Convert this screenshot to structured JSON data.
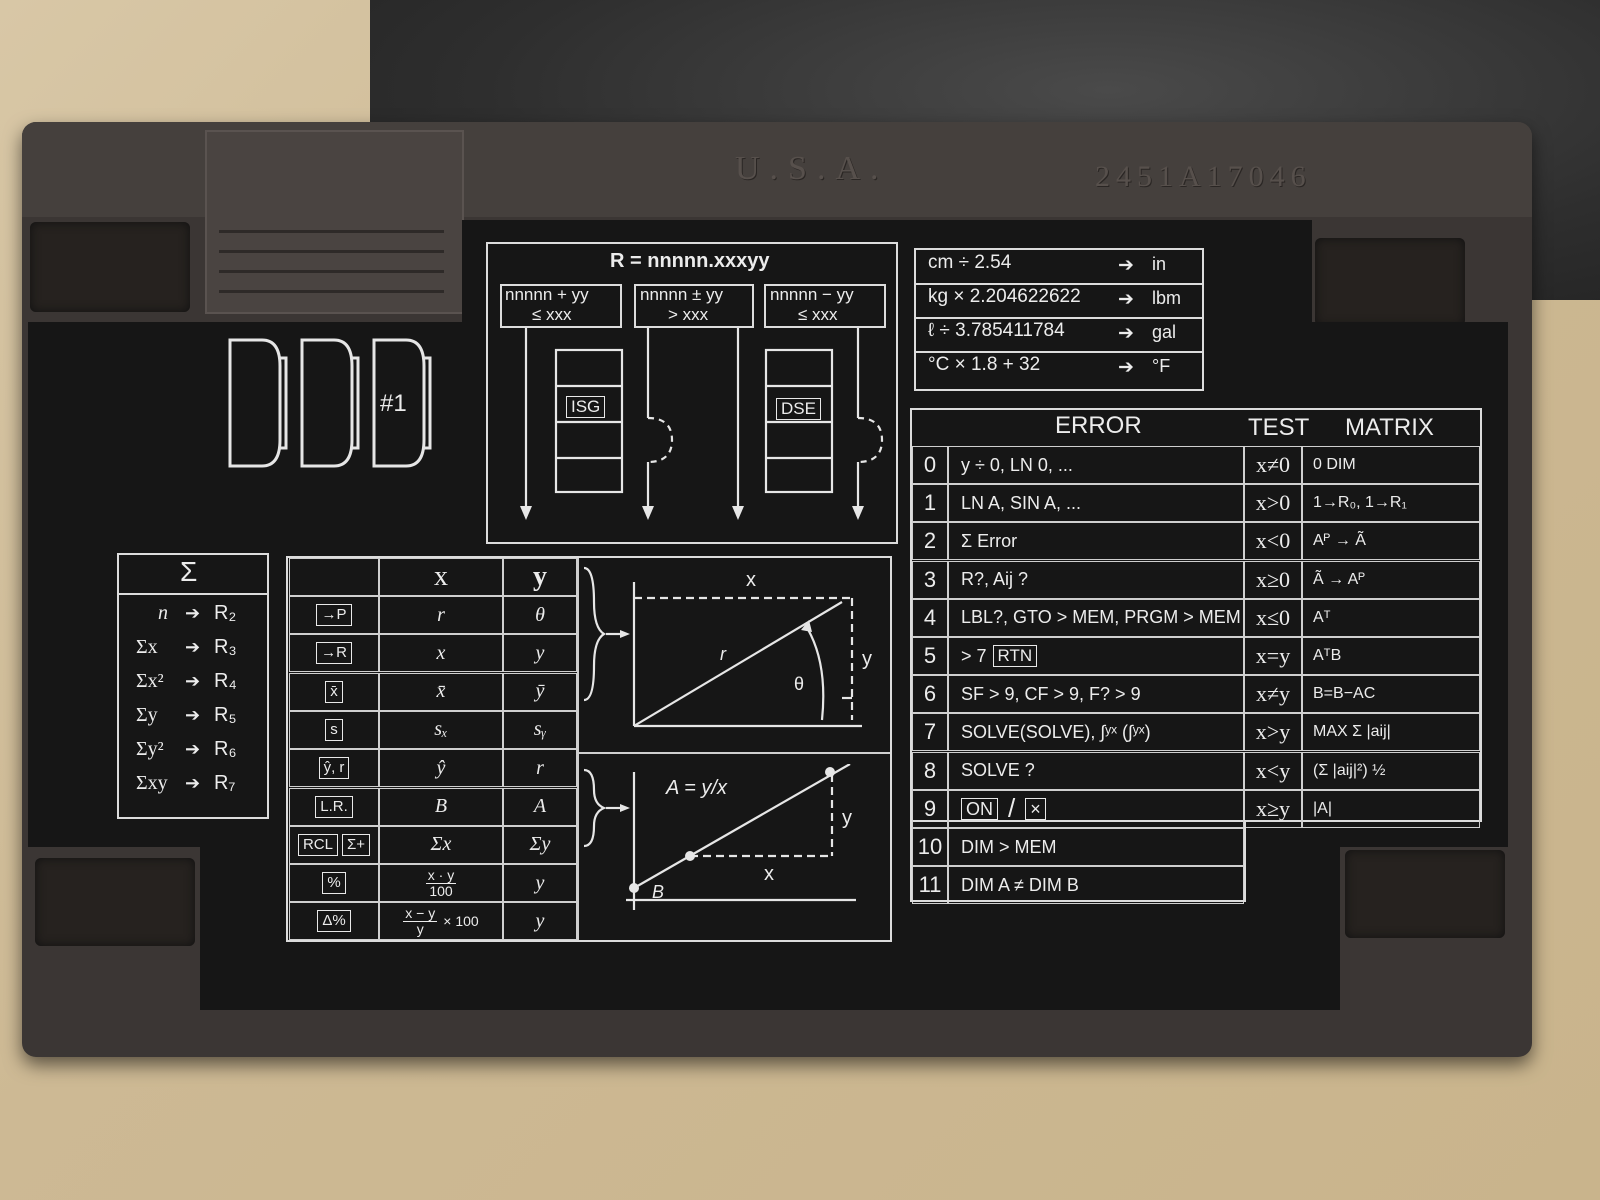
{
  "case": {
    "country": "U.S.A.",
    "serial": "2451A17046"
  },
  "badge": {
    "label": "#1"
  },
  "loop": {
    "formula": "R = nnnnn.xxxyy",
    "headers": [
      {
        "top": "nnnnn + yy",
        "bottom": "≤ xxx"
      },
      {
        "top": "nnnnn ± yy",
        "bottom": "> xxx"
      },
      {
        "top": "nnnnn − yy",
        "bottom": "≤ xxx"
      }
    ],
    "isg": "ISG",
    "dse": "DSE"
  },
  "conversions": [
    {
      "expr": "cm ÷ 2.54",
      "unit": "in"
    },
    {
      "expr": "kg × 2.204622622",
      "unit": "lbm"
    },
    {
      "expr": "ℓ ÷ 3.785411784",
      "unit": "gal"
    },
    {
      "expr": "°C × 1.8 + 32",
      "unit": "°F"
    }
  ],
  "error_table": {
    "headers": {
      "error": "ERROR",
      "test": "TEST",
      "matrix": "MATRIX"
    },
    "rows": [
      {
        "n": "0",
        "error": "y ÷ 0,  LN 0, ...",
        "test": "x≠0",
        "matrix": "0 DIM"
      },
      {
        "n": "1",
        "error": "LN A, SIN A, ...",
        "test": "x>0",
        "matrix": "1→R₀, 1→R₁"
      },
      {
        "n": "2",
        "error": "Σ Error",
        "test": "x<0",
        "matrix": "Aᴾ → Ã"
      },
      {
        "n": "3",
        "error": "R?, Aij ?",
        "test": "x≥0",
        "matrix": "Ã → Aᴾ"
      },
      {
        "n": "4",
        "error": "LBL?, GTO > MEM, PRGM > MEM",
        "test": "x≤0",
        "matrix": "Aᵀ"
      },
      {
        "n": "5",
        "error": "> 7",
        "error_key": "RTN",
        "test": "x=y",
        "matrix": "AᵀB"
      },
      {
        "n": "6",
        "error": "SF > 9, CF > 9, F? > 9",
        "test": "x≠y",
        "matrix": "B=B−AC"
      },
      {
        "n": "7",
        "error": "SOLVE(SOLVE), ∫ʸˣ (∫ʸˣ)",
        "test": "x>y",
        "matrix": "MAX Σ |aij|"
      },
      {
        "n": "8",
        "error": "SOLVE ?",
        "test": "x<y",
        "matrix": "(Σ |aij|²) ½"
      },
      {
        "n": "9",
        "error_key": "ON",
        "error_key2": "×",
        "error_sep": "/",
        "test": "x≥y",
        "matrix": "|A|"
      },
      {
        "n": "10",
        "error": "DIM > MEM"
      },
      {
        "n": "11",
        "error": "DIM A ≠ DIM B"
      }
    ]
  },
  "sigma_table": {
    "header": "Σ",
    "rows": [
      {
        "label": "n",
        "reg": "R₂"
      },
      {
        "label": "Σx",
        "reg": "R₃"
      },
      {
        "label": "Σx²",
        "reg": "R₄"
      },
      {
        "label": "Σy",
        "reg": "R₅"
      },
      {
        "label": "Σy²",
        "reg": "R₆"
      },
      {
        "label": "Σxy",
        "reg": "R₇"
      }
    ]
  },
  "stat_table": {
    "headers": {
      "x": "x",
      "y": "y"
    },
    "rows": [
      {
        "key": "→P",
        "x": "r",
        "y": "θ"
      },
      {
        "key": "→R",
        "x": "x",
        "y": "y"
      },
      {
        "key": "x̄",
        "x": "x̄",
        "y": "ȳ"
      },
      {
        "key": "s",
        "x": "sₓ",
        "y": "sᵧ"
      },
      {
        "key": "ŷ, r",
        "x": "ŷ",
        "y": "r"
      },
      {
        "key": "L.R.",
        "x": "B",
        "y": "A"
      },
      {
        "key": "RCL",
        "key2": "Σ+",
        "x": "Σx",
        "y": "Σy"
      },
      {
        "key": "%",
        "x_num": "x · y",
        "x_den": "100",
        "y": "y"
      },
      {
        "key": "Δ%",
        "x_num": "x − y",
        "x_den": "y",
        "x_suffix": "× 100",
        "y": "y"
      }
    ]
  },
  "diagram_polar": {
    "x": "x",
    "y": "y",
    "r": "r",
    "theta": "θ"
  },
  "diagram_linear": {
    "formula": "A = y/x",
    "x": "x",
    "y": "y",
    "b": "B"
  }
}
